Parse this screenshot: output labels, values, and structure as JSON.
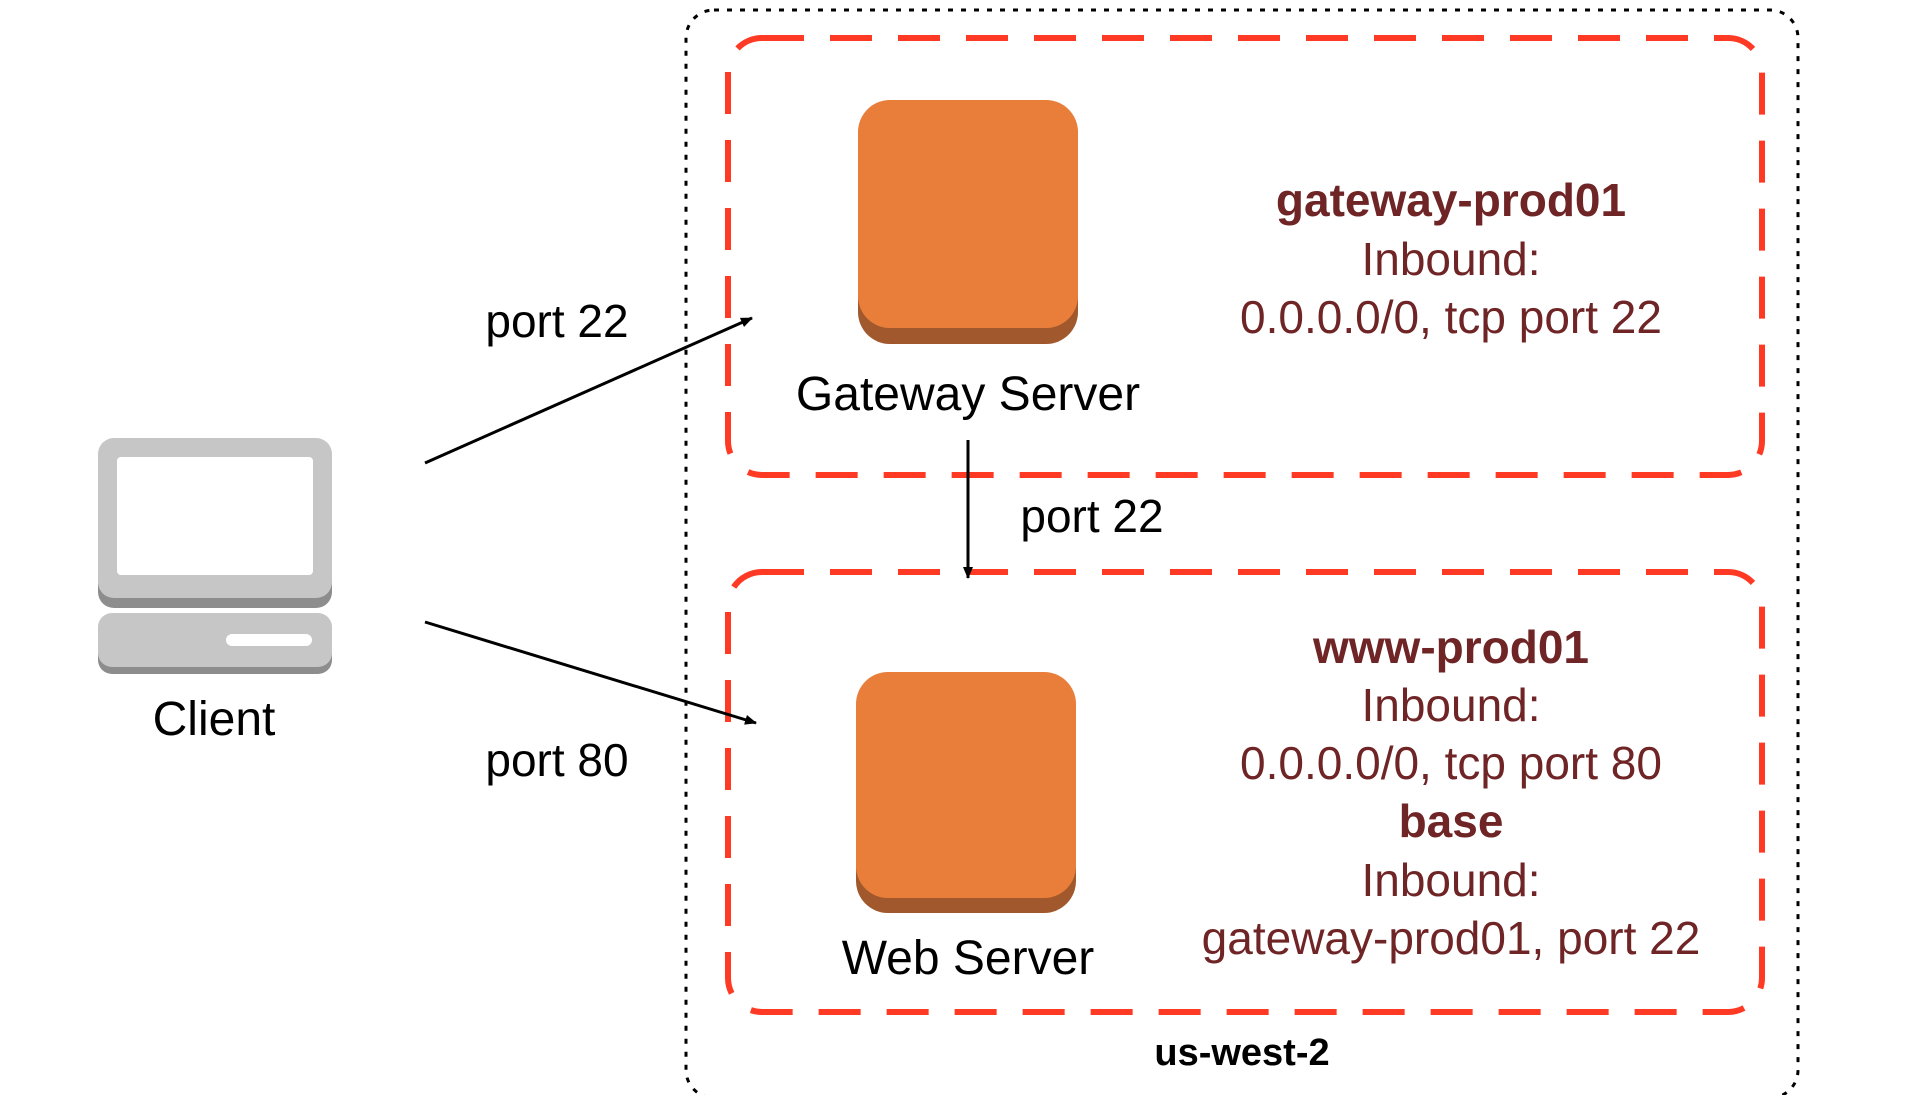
{
  "client": {
    "label": "Client",
    "icon": "computer-icon"
  },
  "region": {
    "label": "us-west-2"
  },
  "gateway": {
    "label": "Gateway Server",
    "icon": "ec2-instance-icon",
    "sg_name": "gateway-prod01",
    "sg_inbound_label": "Inbound:",
    "sg_rule": "0.0.0.0/0, tcp port 22"
  },
  "web": {
    "label": "Web Server",
    "icon": "ec2-instance-icon",
    "sg_name": "www-prod01",
    "sg_inbound_label": "Inbound:",
    "sg_rule": "0.0.0.0/0, tcp port 80",
    "base_name": "base",
    "base_inbound_label": "Inbound:",
    "base_rule": "gateway-prod01, port 22"
  },
  "connections": {
    "client_to_gateway": "port 22",
    "gateway_to_web": "port 22",
    "client_to_web": "port 80"
  },
  "colors": {
    "security_group_border": "#fe3a24",
    "instance_fill": "#e97e3b",
    "instance_shadow": "#a0582c",
    "sg_text": "#6f2426",
    "computer_gray": "#c6c6c6",
    "computer_dark": "#8d8d8d"
  }
}
